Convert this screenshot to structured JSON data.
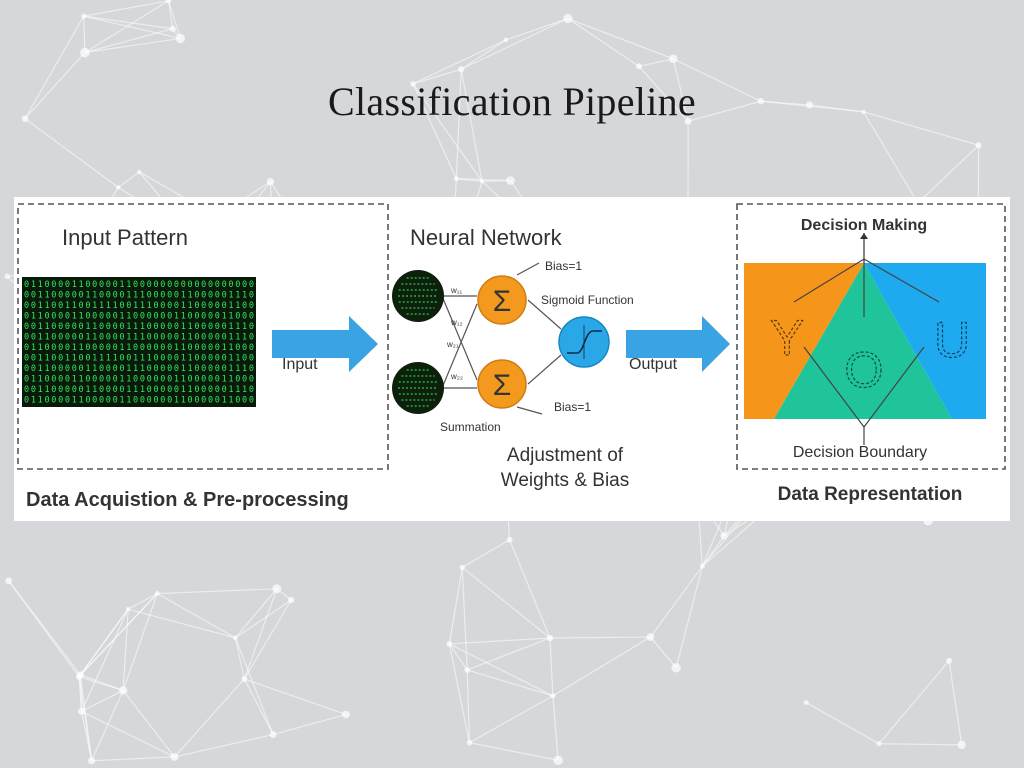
{
  "slide": {
    "title": "Classification Pipeline"
  },
  "colors": {
    "arrow_blue": "#3aa3e3",
    "neuron_orange": "#f39a1e",
    "sigmoid_blue": "#2aa7e6",
    "matrix_green": "#2ee65c",
    "region_orange": "#f5961b",
    "region_teal": "#1fc49a",
    "region_blue": "#1fa9ef"
  },
  "panels": {
    "acquisition": {
      "heading": "Input Pattern",
      "caption": "Data Acquistion & Pre-processing",
      "arrow_label": "Input",
      "matrix_rows": [
        "0110000110000011000000000000000000",
        "0011000001100001110000011000001110",
        "0011001100111100111000011000001100",
        "0110000110000011000000110000011000",
        "0011000001100001110000011000001110",
        "0011000001100001110000011000001110",
        "0110000110000011000000110000011000",
        "0011001100111100111000011000001100",
        "0011000001100001110000011000001110",
        "0110000110000011000000110000011000",
        "0011000001100001110000011000001110",
        "0110000110000011000000110000011000"
      ]
    },
    "network": {
      "heading": "Neural Network",
      "bias_top": "Bias=1",
      "bias_bottom": "Bias=1",
      "sigmoid_label": "Sigmoid Function",
      "summation_label": "Summation",
      "sum_symbol": "Σ",
      "weights": [
        "w₁₁",
        "w₁₂",
        "w₂₁",
        "w₂₂"
      ],
      "adjust_line1": "Adjustment of",
      "adjust_line2": "Weights & Bias",
      "arrow_label": "Output"
    },
    "representation": {
      "heading": "Decision Making",
      "boundary_label": "Decision Boundary",
      "caption": "Data Representation",
      "letters": [
        "Y",
        "O",
        "U"
      ]
    }
  }
}
